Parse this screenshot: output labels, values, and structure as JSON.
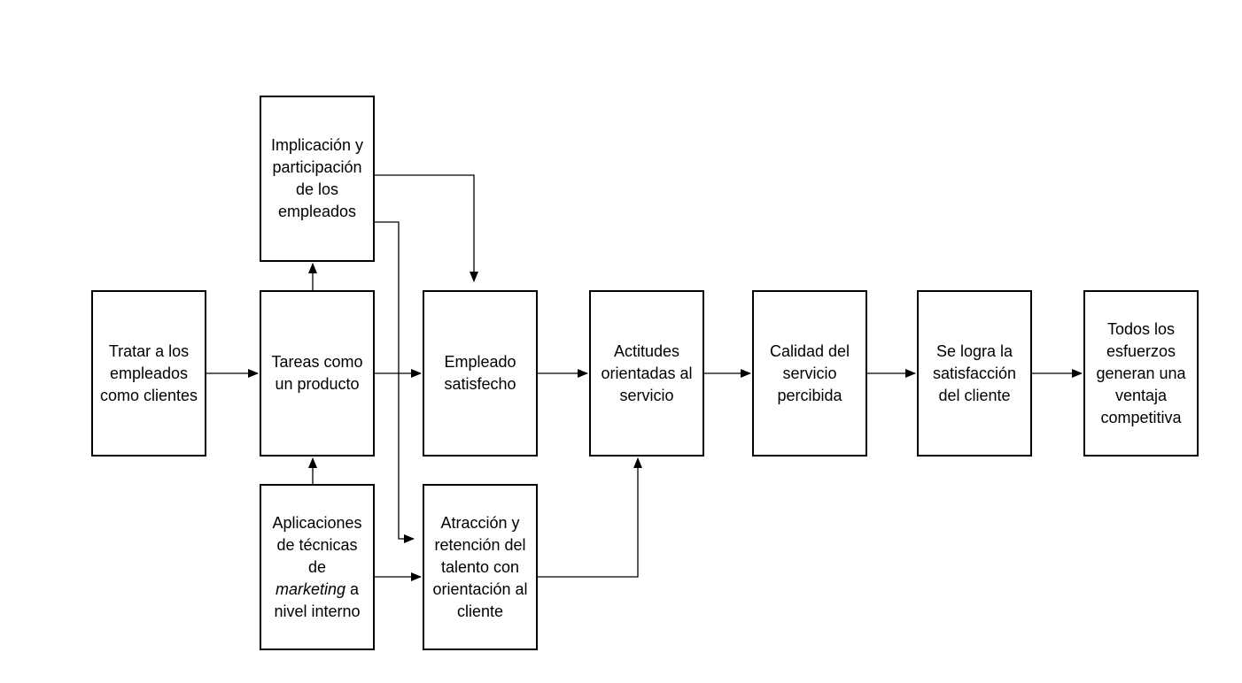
{
  "nodes": {
    "tratar": {
      "text": "Tratar a los\nempleados\ncomo clientes"
    },
    "tareas": {
      "text": "Tareas como\nun producto"
    },
    "implicacion": {
      "text": "Implicación y\nparticipación\nde los\nempleados"
    },
    "aplicaciones": {
      "line1": "Aplicaciones\nde técnicas de\n",
      "italic": "marketing",
      "line2": " a\nnivel interno"
    },
    "empleado": {
      "text": "Empleado\nsatisfecho"
    },
    "atraccion": {
      "text": "Atracción y\nretención del\ntalento con\norientación al\ncliente"
    },
    "actitudes": {
      "text": "Actitudes\norientadas al\nservicio"
    },
    "calidad": {
      "text": "Calidad del\nservicio\npercibida"
    },
    "satisfaccion": {
      "text": "Se logra la\nsatisfacción\ndel cliente"
    },
    "ventaja": {
      "text": "Todos los\nesfuerzos\ngeneran una\nventaja\ncompetitiva"
    }
  },
  "style": {
    "line_color": "#000000",
    "box_border": "#000000",
    "background": "#ffffff"
  }
}
